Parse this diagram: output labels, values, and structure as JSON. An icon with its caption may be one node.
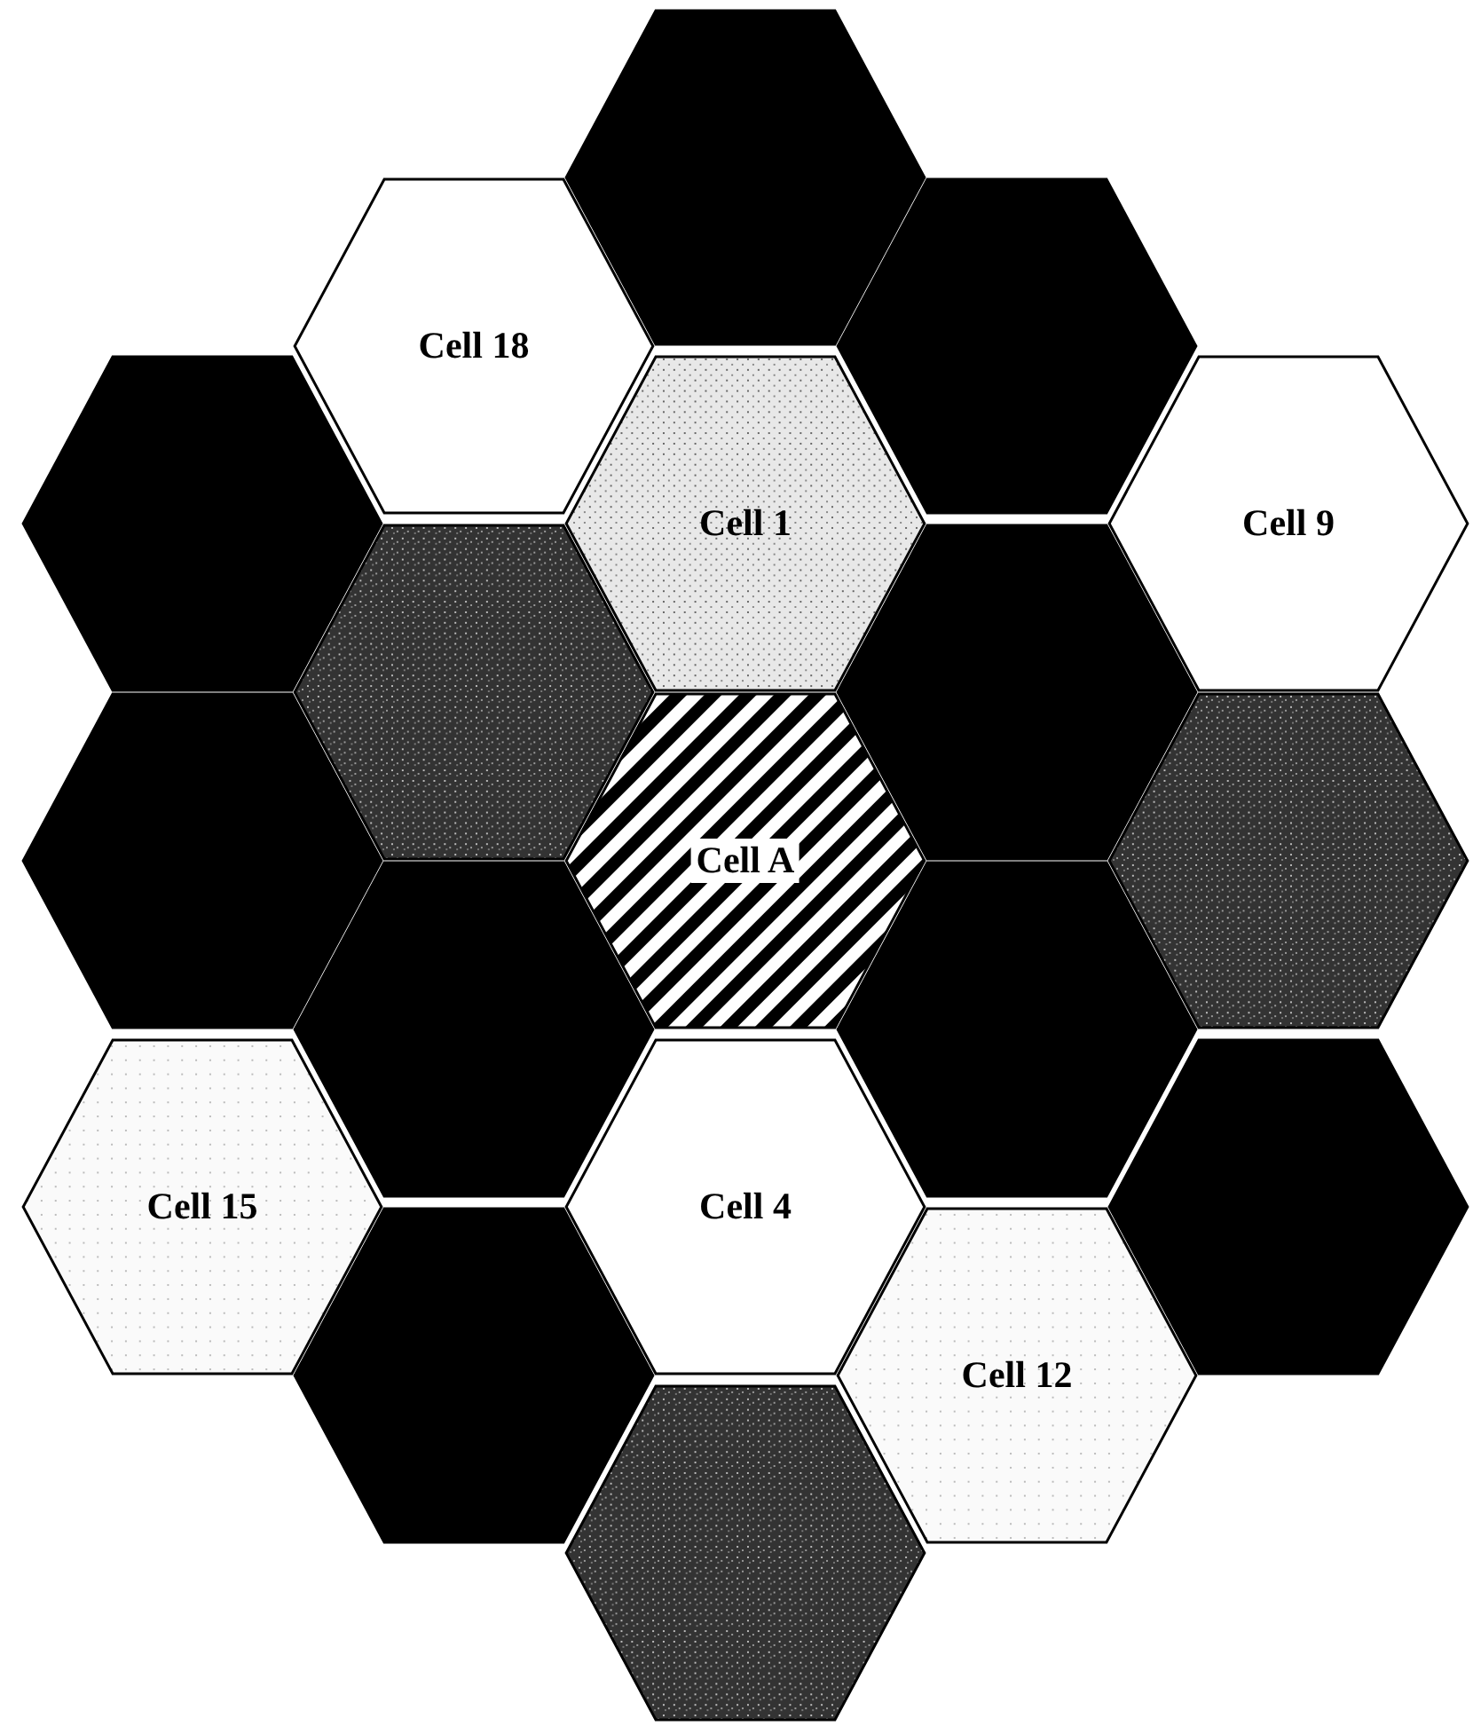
{
  "diagram": {
    "nodes": [
      {
        "text": [],
        "shape": "hexagon"
      },
      {
        "text": [
          "Cell 18"
        ]
      },
      {
        "text": [],
        "shape": "hexagon"
      },
      {
        "text": [],
        "shape": "hexagon"
      },
      {
        "text": [
          "Cell 1"
        ]
      },
      {
        "text": [
          "Cell 9"
        ]
      },
      {
        "text": [],
        "shape": "hexagon"
      },
      {
        "text": [],
        "shape": "hexagon"
      },
      {
        "text": [],
        "shape": "hexagon"
      },
      {
        "text": [
          "Cell A"
        ]
      },
      {
        "text": [],
        "shape": "hexagon"
      },
      {
        "text": [],
        "shape": "hexagon"
      },
      {
        "text": [],
        "shape": "hexagon"
      },
      {
        "text": [
          "Cell 15"
        ]
      },
      {
        "text": [
          "Cell 4"
        ]
      },
      {
        "text": [],
        "shape": "hexagon"
      },
      {
        "text": [],
        "shape": "hexagon"
      },
      {
        "text": [
          "Cell 12"
        ]
      },
      {
        "text": [],
        "shape": "hexagon"
      }
    ]
  }
}
